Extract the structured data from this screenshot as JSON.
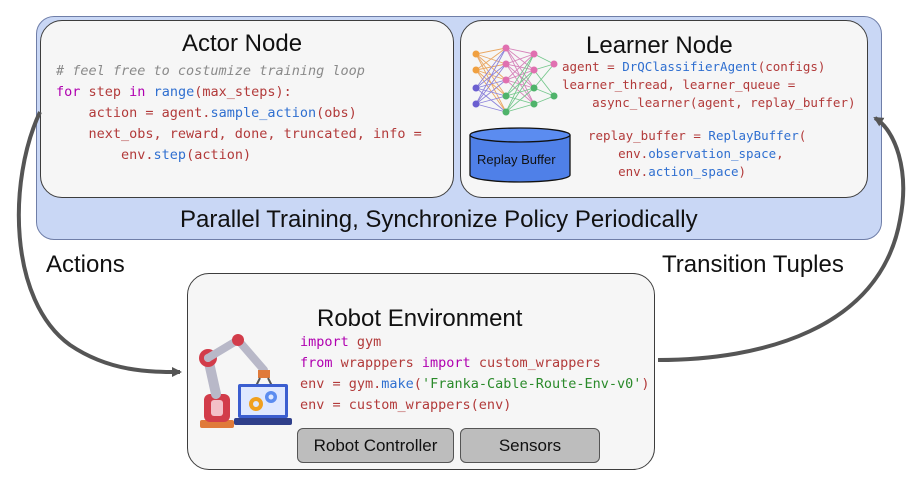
{
  "actor": {
    "title": "Actor Node",
    "code": {
      "comment": "# feel free to costumize training loop",
      "l2_for": "for",
      "l2_a": " step ",
      "l2_in": "in",
      "l2_b": " ",
      "l2_range": "range",
      "l2_c": "(max_steps):",
      "l3_a": "    action = agent.",
      "l3_fn": "sample_action",
      "l3_b": "(obs)",
      "l4": "    next_obs, reward, done, truncated, info =",
      "l5_a": "        env.",
      "l5_fn": "step",
      "l5_b": "(action)"
    }
  },
  "learner": {
    "title": "Learner Node",
    "code": {
      "l1_a": "agent = ",
      "l1_fn": "DrQClassifierAgent",
      "l1_b": "(configs)",
      "l2": "learner_thread, learner_queue =",
      "l3": "    async_learner(agent, replay_buffer)",
      "l4_a": "replay_buffer = ",
      "l4_fn": "ReplayBuffer",
      "l4_b": "(",
      "l5_a": "    env.",
      "l5_fn": "observation_space",
      "l5_b": ",",
      "l6_a": "    env.",
      "l6_fn": "action_space",
      "l6_b": ")"
    },
    "replay_buffer_label": "Replay Buffer"
  },
  "banner": "Parallel Training, Synchronize Policy Periodically",
  "left_arrow_label": "Actions",
  "right_arrow_label": "Transition Tuples",
  "robot": {
    "title": "Robot Environment",
    "code": {
      "l1_kw": "import",
      "l1_b": " gym",
      "l2_kw": "from",
      "l2_b": " wrapppers ",
      "l2_kw2": "import",
      "l2_c": " custom_wrappers",
      "l3_a": "env = gym.",
      "l3_fn": "make",
      "l3_b": "(",
      "l3_str": "'Franka-Cable-Route-Env-v0'",
      "l3_c": ")",
      "l4": "env = custom_wrappers(env)"
    },
    "controller_label": "Robot Controller",
    "sensors_label": "Sensors"
  },
  "colors": {
    "outer_fill": "#c9d7f5",
    "card_fill": "#f6f6f6",
    "code_red": "#b23a3a",
    "keyword": "#b000b0",
    "function": "#2f6fd0",
    "string": "#2a8a2a",
    "cylinder": "#4f80e8"
  }
}
